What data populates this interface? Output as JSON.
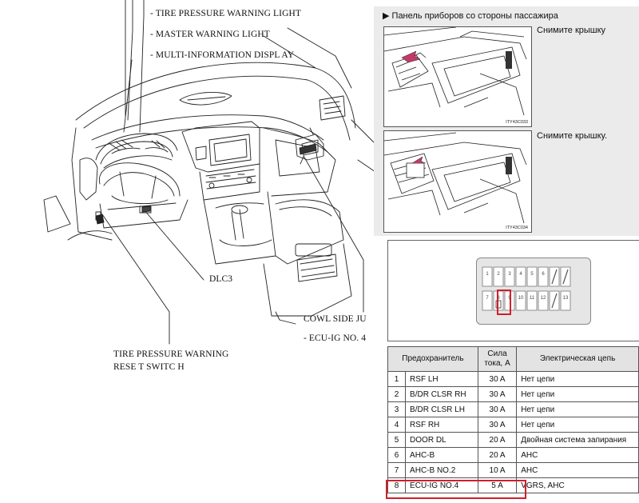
{
  "left_diagram": {
    "callouts": {
      "tire_pressure_light": "- TIRE PRESSURE     WARNING LIGHT",
      "master_light": "- MASTER  WARNING LIGHT",
      "multi_info": "- MULTI-INFORMATION DISPL AY",
      "dlc3": "DLC3",
      "cowl_side": "COWL SIDE JU",
      "ecu_ig": "- ECU-IG NO. 4",
      "reset_switch_line1": "TIRE PRESSURE    WARNING",
      "reset_switch_line2": "RESE T SWITC H"
    }
  },
  "instructions": {
    "header": "Панель приборов со стороны пассажира",
    "steps": [
      {
        "text": "Снимите крышку",
        "code": "ITY43C033"
      },
      {
        "text": "Снимите крышку.",
        "code": "ITY43C034"
      }
    ]
  },
  "fuse_block": {
    "row1": [
      "1",
      "2",
      "3",
      "4",
      "5",
      "6",
      "",
      ""
    ],
    "row2": [
      "7",
      "8",
      "9",
      "10",
      "11",
      "12",
      "",
      "13"
    ],
    "highlighted": "8",
    "highlight_color": "#d0202a"
  },
  "fuse_table": {
    "headers": {
      "fuse": "Предохранитель",
      "amp": "Сила тока, А",
      "circuit": "Электрическая цепь"
    },
    "rows": [
      {
        "num": "1",
        "name": "RSF LH",
        "amp": "30 A",
        "circuit": "Нет цепи"
      },
      {
        "num": "2",
        "name": "B/DR CLSR RH",
        "amp": "30 A",
        "circuit": "Нет цепи"
      },
      {
        "num": "3",
        "name": "B/DR CLSR LH",
        "amp": "30 A",
        "circuit": "Нет цепи"
      },
      {
        "num": "4",
        "name": "RSF RH",
        "amp": "30 A",
        "circuit": "Нет цепи"
      },
      {
        "num": "5",
        "name": "DOOR DL",
        "amp": "20 A",
        "circuit": "Двойная система запирания"
      },
      {
        "num": "6",
        "name": "AHC-B",
        "amp": "20 A",
        "circuit": "AHC"
      },
      {
        "num": "7",
        "name": "AHC-B NO.2",
        "amp": "10 A",
        "circuit": "AHC"
      },
      {
        "num": "8",
        "name": "ECU-IG NO.4",
        "amp": "5 A",
        "circuit": "VGRS, AHC"
      }
    ],
    "highlighted_row": "8"
  }
}
